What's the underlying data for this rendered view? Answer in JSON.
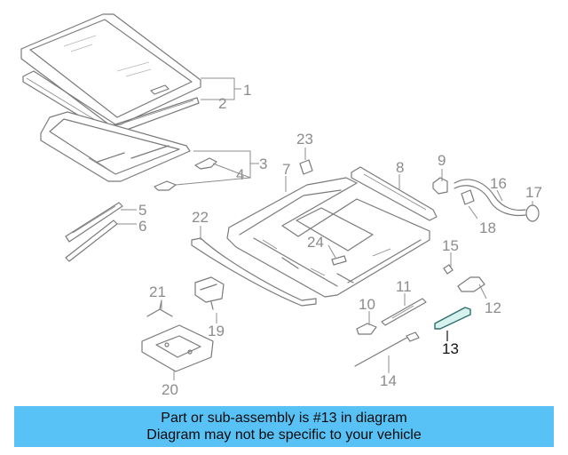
{
  "diagram": {
    "callouts": {
      "c1": "1",
      "c2": "2",
      "c3": "3",
      "c4": "4",
      "c5": "5",
      "c6": "6",
      "c7": "7",
      "c8": "8",
      "c9": "9",
      "c10": "10",
      "c11": "11",
      "c12": "12",
      "c13": "13",
      "c14": "14",
      "c15": "15",
      "c16": "16",
      "c17": "17",
      "c18": "18",
      "c19": "19",
      "c20": "20",
      "c21": "21",
      "c22": "22",
      "c23": "23",
      "c24": "24"
    },
    "highlighted_part": "13",
    "colors": {
      "highlight_fill": "#d6f2ef",
      "highlight_stroke": "#2e6f6a",
      "banner_background": "#58c1f5"
    }
  },
  "banner": {
    "line1": "Part or sub-assembly is #13 in diagram",
    "line2": "Diagram may not be specific to your vehicle"
  }
}
